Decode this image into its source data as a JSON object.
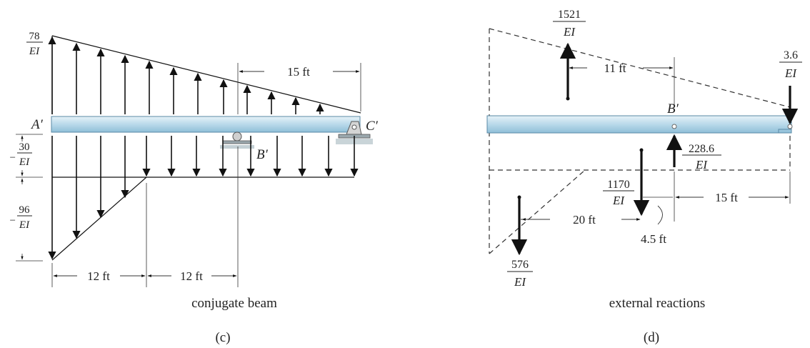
{
  "panel_c": {
    "caption": "conjugate beam",
    "tag": "(c)",
    "top_load": {
      "num": "78",
      "den": "EI"
    },
    "mid_load": {
      "sign": "−",
      "num": "30",
      "den": "EI"
    },
    "bottom_load": {
      "sign": "−",
      "num": "96",
      "den": "EI"
    },
    "node_a": "A′",
    "node_c": "C′",
    "node_b": "B′",
    "dim_top": "15 ft",
    "dim_left": "12 ft",
    "dim_right": "12 ft"
  },
  "panel_d": {
    "caption": "external reactions",
    "tag": "(d)",
    "force_top": {
      "num": "1521",
      "den": "EI"
    },
    "force_right": {
      "num": "3.6",
      "den": "EI"
    },
    "force_mid": {
      "num": "228.6",
      "den": "EI"
    },
    "force_1170": {
      "num": "1170",
      "den": "EI"
    },
    "force_576": {
      "num": "576",
      "den": "EI"
    },
    "node_b": "B′",
    "dim_11": "11 ft",
    "dim_15": "15 ft",
    "dim_20": "20 ft",
    "dim_45": "4.5 ft"
  }
}
